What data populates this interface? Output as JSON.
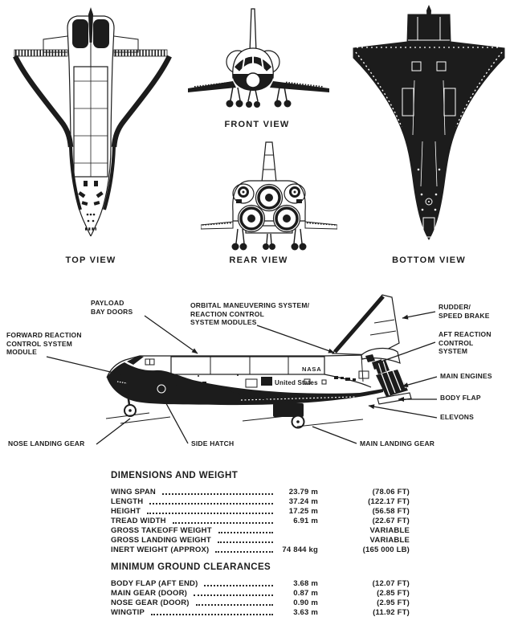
{
  "colors": {
    "ink": "#1c1c1c",
    "background": "#ffffff"
  },
  "views": {
    "top": "TOP VIEW",
    "front": "FRONT VIEW",
    "rear": "REAR VIEW",
    "bottom": "BOTTOM VIEW"
  },
  "side_view": {
    "markings": {
      "nasa_logo": "NASA",
      "united_states": "United States"
    },
    "callouts": {
      "payload_bay_doors": "PAYLOAD\nBAY DOORS",
      "oms_rcs_modules": "ORBITAL MANEUVERING SYSTEM/\nREACTION CONTROL\nSYSTEM MODULES",
      "rudder_speed_brake": "RUDDER/\nSPEED BRAKE",
      "forward_rcs_module": "FORWARD REACTION\nCONTROL SYSTEM\nMODULE",
      "aft_rcs": "AFT REACTION\nCONTROL\nSYSTEM",
      "main_engines": "MAIN ENGINES",
      "body_flap": "BODY FLAP",
      "elevons": "ELEVONS",
      "nose_landing_gear": "NOSE LANDING GEAR",
      "side_hatch": "SIDE HATCH",
      "main_landing_gear": "MAIN LANDING GEAR"
    }
  },
  "dimensions_table": {
    "title": "DIMENSIONS AND WEIGHT",
    "rows": [
      {
        "label": "WING SPAN",
        "metric": "23.79 m",
        "imperial": "(78.06 FT)"
      },
      {
        "label": "LENGTH",
        "metric": "37.24 m",
        "imperial": "(122.17 FT)"
      },
      {
        "label": "HEIGHT",
        "metric": "17.25 m",
        "imperial": "(56.58 FT)"
      },
      {
        "label": "TREAD WIDTH",
        "metric": "6.91 m",
        "imperial": "(22.67 FT)"
      },
      {
        "label": "GROSS TAKEOFF WEIGHT",
        "metric": "",
        "imperial": "VARIABLE"
      },
      {
        "label": "GROSS LANDING WEIGHT",
        "metric": "",
        "imperial": "VARIABLE"
      },
      {
        "label": "INERT WEIGHT (APPROX)",
        "metric": "74 844 kg",
        "imperial": "(165 000 LB)"
      }
    ]
  },
  "clearances_table": {
    "title": "MINIMUM GROUND CLEARANCES",
    "rows": [
      {
        "label": "BODY FLAP (AFT END)",
        "metric": "3.68 m",
        "imperial": "(12.07 FT)"
      },
      {
        "label": "MAIN GEAR (DOOR)",
        "metric": "0.87 m",
        "imperial": "(2.85 FT)"
      },
      {
        "label": "NOSE GEAR (DOOR)",
        "metric": "0.90 m",
        "imperial": "(2.95 FT)"
      },
      {
        "label": "WINGTIP",
        "metric": "3.63 m",
        "imperial": "(11.92 FT)"
      }
    ]
  }
}
